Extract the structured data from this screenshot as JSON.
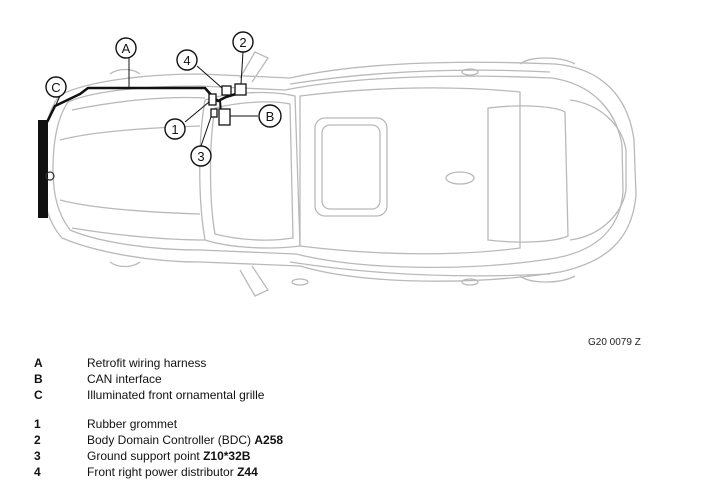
{
  "figure_id": "G20 0079 Z",
  "callouts": {
    "A": "A",
    "B": "B",
    "C": "C",
    "n1": "1",
    "n2": "2",
    "n3": "3",
    "n4": "4"
  },
  "legend_letters": [
    {
      "key": "A",
      "text": "Retrofit wiring harness",
      "code": ""
    },
    {
      "key": "B",
      "text": "CAN interface",
      "code": ""
    },
    {
      "key": "C",
      "text": "Illuminated front ornamental grille",
      "code": ""
    }
  ],
  "legend_numbers": [
    {
      "key": "1",
      "text": "Rubber grommet",
      "code": ""
    },
    {
      "key": "2",
      "text": "Body Domain Controller (BDC) ",
      "code": "A258"
    },
    {
      "key": "3",
      "text": "Ground support point ",
      "code": "Z10*32B"
    },
    {
      "key": "4",
      "text": "Front right power distributor ",
      "code": "Z44"
    }
  ]
}
